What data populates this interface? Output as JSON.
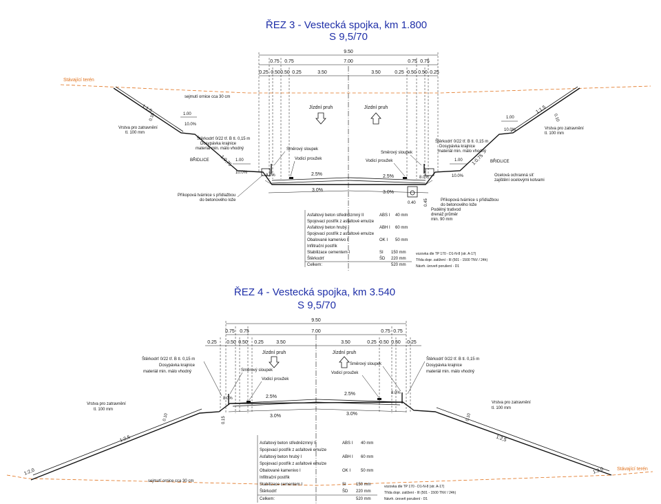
{
  "section3": {
    "title": "ŘEZ 3 - Vestecká spojka, km 1.800",
    "subtitle": "S 9,5/70",
    "dims_top": [
      "9.50"
    ],
    "dims_mid": [
      "0.75",
      "0.75",
      "7.00",
      "0.75",
      "0.75"
    ],
    "dims_low": [
      "0.25",
      "0.50",
      "0.50",
      "0.25",
      "3.50",
      "3.50",
      "0.25",
      "0.50",
      "0.50",
      "0.25"
    ],
    "terrain_label": "Stávající terén",
    "topsoil": "sejmutí ornice cca 30 cm",
    "lane_left": "Jízdní pruh",
    "lane_right": "Jízdní pruh",
    "slope_left": "1:1,5",
    "slope_right": "1:1,5",
    "slope_075_left": "1:0,75",
    "slope_075_right": "1:0,75",
    "width_100_a": "1.00",
    "width_100_b": "1.00",
    "width_100_c": "1.00",
    "width_100_d": "1.00",
    "pct_10_a": "10.0%",
    "pct_10_b": "10.0%",
    "pct_10_c": "10.0%",
    "pct_10_d": "10.0%",
    "pct_8_left": "8.0%",
    "pct_8_right": "8.0%",
    "pct_25_left": "2.5%",
    "pct_25_right": "2.5%",
    "pct_30_left": "3.0%",
    "pct_30_right": "3.0%",
    "depth_010_left": "0.10",
    "depth_010_right": "0.10",
    "grass_left": [
      "Vrstva pro zatravnění",
      "tl. 100 mm"
    ],
    "grass_right": [
      "Vrstva pro zatravnění",
      "tl. 100 mm"
    ],
    "gravel_left": [
      "Štěrkodrť 0/22 tř. B tl. 0,15 m",
      "Dosypávka krajnice",
      "materiál min. málo vhodný"
    ],
    "gravel_right": [
      "Štěrkodrť 0/22 tř. B tl. 0,15 m",
      "Dosypávka krajnice",
      "materiál min. málo vhodný"
    ],
    "shale_left": "BŘIDLICE",
    "shale_right": "BŘIDLICE",
    "post_left": "Směrový sloupek",
    "post_right": "Směrový sloupek",
    "strip_left": "Vodicí proužek",
    "strip_right": "Vodicí proužek",
    "net": [
      "Ocelová ochranná síť",
      "zajištění ocelovými kotvami"
    ],
    "ditch_left": [
      "Příkopová tvárnice s přídlažbou",
      "do betonového lože"
    ],
    "ditch_right": [
      "Příkopová tvárnice s přídlažbou",
      "do betonového lože"
    ],
    "drain": [
      "Podélný trativod",
      "drenáž průměr",
      "min. 90 mm"
    ],
    "dim_040": "0.40",
    "dim_045": "0.45",
    "layers": [
      {
        "name": "Asfaltový beton střednězrnný II",
        "code": "ABS I",
        "thk": "40 mm"
      },
      {
        "name": "Spojovací postřik z asfaltové emulze",
        "code": "",
        "thk": ""
      },
      {
        "name": "Asfaltový beton hrubý I",
        "code": "ABH I",
        "thk": "60 mm"
      },
      {
        "name": "Spojovací postřik z asfaltové emulze",
        "code": "",
        "thk": ""
      },
      {
        "name": "Obalované kamenivo I",
        "code": "OK I",
        "thk": "50 mm"
      },
      {
        "name": "Infiltrační postřik",
        "code": "",
        "thk": ""
      },
      {
        "name": "Stabilizace cementem I",
        "code": "SI",
        "thk": "150 mm"
      },
      {
        "name": "Štěrkodrť",
        "code": "ŠD",
        "thk": "220 mm"
      },
      {
        "name": "Celkem:",
        "code": "",
        "thk": "520 mm"
      }
    ],
    "notes": [
      "vozovka dle TP 170 - D1-N-8 (str. A-17)",
      "Třída dopr. zatížení - III (501 - 1500 TNV / 24h)",
      "Návrh. úroveň porušení - D1"
    ]
  },
  "section4": {
    "title": "ŘEZ 4 - Vestecká spojka, km 3.540",
    "subtitle": "S 9,5/70",
    "dims_top": [
      "9.50"
    ],
    "dims_mid": [
      "0.75",
      "0.75",
      "7.00",
      "0.75",
      "0.75"
    ],
    "dims_low": [
      "0.25",
      "0.50",
      "0.50",
      "0.25",
      "3.50",
      "3.50",
      "0.25",
      "0.50",
      "0.50",
      "0.25"
    ],
    "terrain_label": "Stávající terén",
    "topsoil": "sejmutí ornice cca 30 cm",
    "lane_left": "Jízdní pruh",
    "lane_right": "Jízdní pruh",
    "slope_25_left": "1:2,5",
    "slope_25_right": "1:2,5",
    "slope_20_left": "1:2,0",
    "slope_20_right": "1:2,0",
    "pct_8_left": "8.0%",
    "pct_8_right": "8.0%",
    "pct_25_left": "2.5%",
    "pct_25_right": "2.5%",
    "pct_30_left": "3.0%",
    "pct_30_right": "3.0%",
    "depth_010_left": "0.10",
    "depth_010_right": "0.10",
    "depth_015": "0.15",
    "grass_left": [
      "Vrstva pro zatravnění",
      "tl. 100 mm"
    ],
    "grass_right": [
      "Vrstva pro zatravnění",
      "tl. 100 mm"
    ],
    "gravel_left": [
      "Štěrkodrť 0/22 tř. B tl. 0,15 m",
      "Dosypávka krajnice",
      "materiál min. málo vhodný"
    ],
    "gravel_right": [
      "Štěrkodrť 0/22 tř. B tl. 0,15 m",
      "Dosypávka krajnice",
      "materiál min. málo vhodný"
    ],
    "post_left": "Směrový sloupek",
    "post_right": "Směrový sloupek",
    "strip_left": "Vodicí proužek",
    "strip_right": "Vodicí proužek",
    "layers": [
      {
        "name": "Asfaltový beton střednězrnný II",
        "code": "ABS I",
        "thk": "40 mm"
      },
      {
        "name": "Spojovací postřik z asfaltové emulze",
        "code": "",
        "thk": ""
      },
      {
        "name": "Asfaltový beton hrubý I",
        "code": "ABH I",
        "thk": "60 mm"
      },
      {
        "name": "Spojovací postřik z asfaltové emulze",
        "code": "",
        "thk": ""
      },
      {
        "name": "Obalované kamenivo I",
        "code": "OK I",
        "thk": "50 mm"
      },
      {
        "name": "Infiltrační postřik",
        "code": "",
        "thk": ""
      },
      {
        "name": "Stabilizace cementem I",
        "code": "SI",
        "thk": "150 mm"
      },
      {
        "name": "Štěrkodrť",
        "code": "ŠD",
        "thk": "220 mm"
      },
      {
        "name": "Celkem:",
        "code": "",
        "thk": "520 mm"
      }
    ],
    "notes": [
      "vozovka dle TP 170 - D1-N-8 (str. A-17)",
      "Třída dopr. zatížení - III (501 - 1500 TNV / 24h)",
      "Návrh. úroveň porušení - D1"
    ]
  }
}
